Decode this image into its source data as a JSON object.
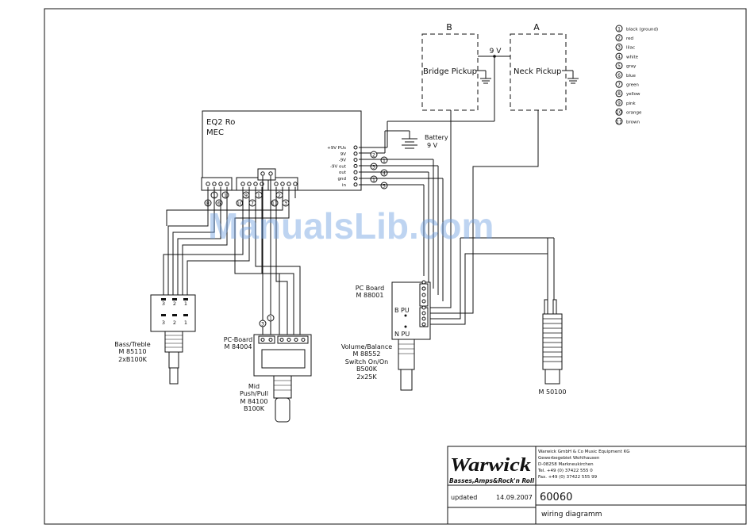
{
  "diagram": {
    "pickup_b_letter": "B",
    "pickup_a_letter": "A",
    "bridge_pickup": "Bridge Pickup",
    "neck_pickup": "Neck Pickup",
    "voltage_label": "9 V",
    "eq_title_line1": "EQ2 Ro",
    "eq_title_line2": "MEC",
    "eq_pins": [
      "+9V PUs",
      "9V",
      "-9V",
      "-9V out",
      "out",
      "gnd",
      "in"
    ],
    "battery_line1": "Battery",
    "battery_line2": "9 V",
    "eq_side_numbers": [
      "2",
      "1",
      "3",
      "4",
      "1",
      "5"
    ],
    "eq_bottom_numbers": [
      "8",
      "6",
      "10",
      "7",
      "11",
      "3"
    ],
    "legend": [
      {
        "num": "1",
        "label": "black (ground)"
      },
      {
        "num": "2",
        "label": "red"
      },
      {
        "num": "3",
        "label": "lilac"
      },
      {
        "num": "4",
        "label": "white"
      },
      {
        "num": "5",
        "label": "gray"
      },
      {
        "num": "6",
        "label": "blue"
      },
      {
        "num": "7",
        "label": "green"
      },
      {
        "num": "8",
        "label": "yellow"
      },
      {
        "num": "9",
        "label": "pink"
      },
      {
        "num": "10",
        "label": "orange"
      },
      {
        "num": "11",
        "label": "brown"
      }
    ],
    "bass_treble_pot_top": [
      "3",
      "2",
      "1"
    ],
    "bass_treble_pot_bottom": [
      "3",
      "2",
      "1"
    ],
    "bass_treble_label": [
      "Bass/Treble",
      "M 85110",
      "2xB100K"
    ],
    "pc_board_mid_label": [
      "PC-Board",
      "M 84004"
    ],
    "mid_wire_numbers": [
      "3",
      "1"
    ],
    "mid_label": [
      "Mid",
      "Push/Pull",
      "M 84100",
      "B100K"
    ],
    "pc_board_vol_label": [
      "PC Board",
      "M 88001"
    ],
    "b_pu": "B PU",
    "n_pu": "N PU",
    "volume_label": [
      "Volume/Balance",
      "M 88552",
      "Switch On/On",
      "B500K",
      "2x25K"
    ],
    "jack_label": "M 50100",
    "watermark": "ManualsLib.com"
  },
  "title_block": {
    "logo": "Warwick",
    "slogan": "Basses,Amps&Rock'n Roll",
    "company_lines": [
      "Warwick GmbH & Co Music Equipment KG",
      "Gewerbegebiet Wohlhausen",
      "D-08258 Markneukirchen",
      "Tel. +49 (0) 37422 555 0",
      "Fax. +49 (0) 37422 555 99"
    ],
    "updated_label": "updated",
    "updated_date": "14.09.2007",
    "doc_number": "60060",
    "doc_title": "wiring diagramm"
  }
}
